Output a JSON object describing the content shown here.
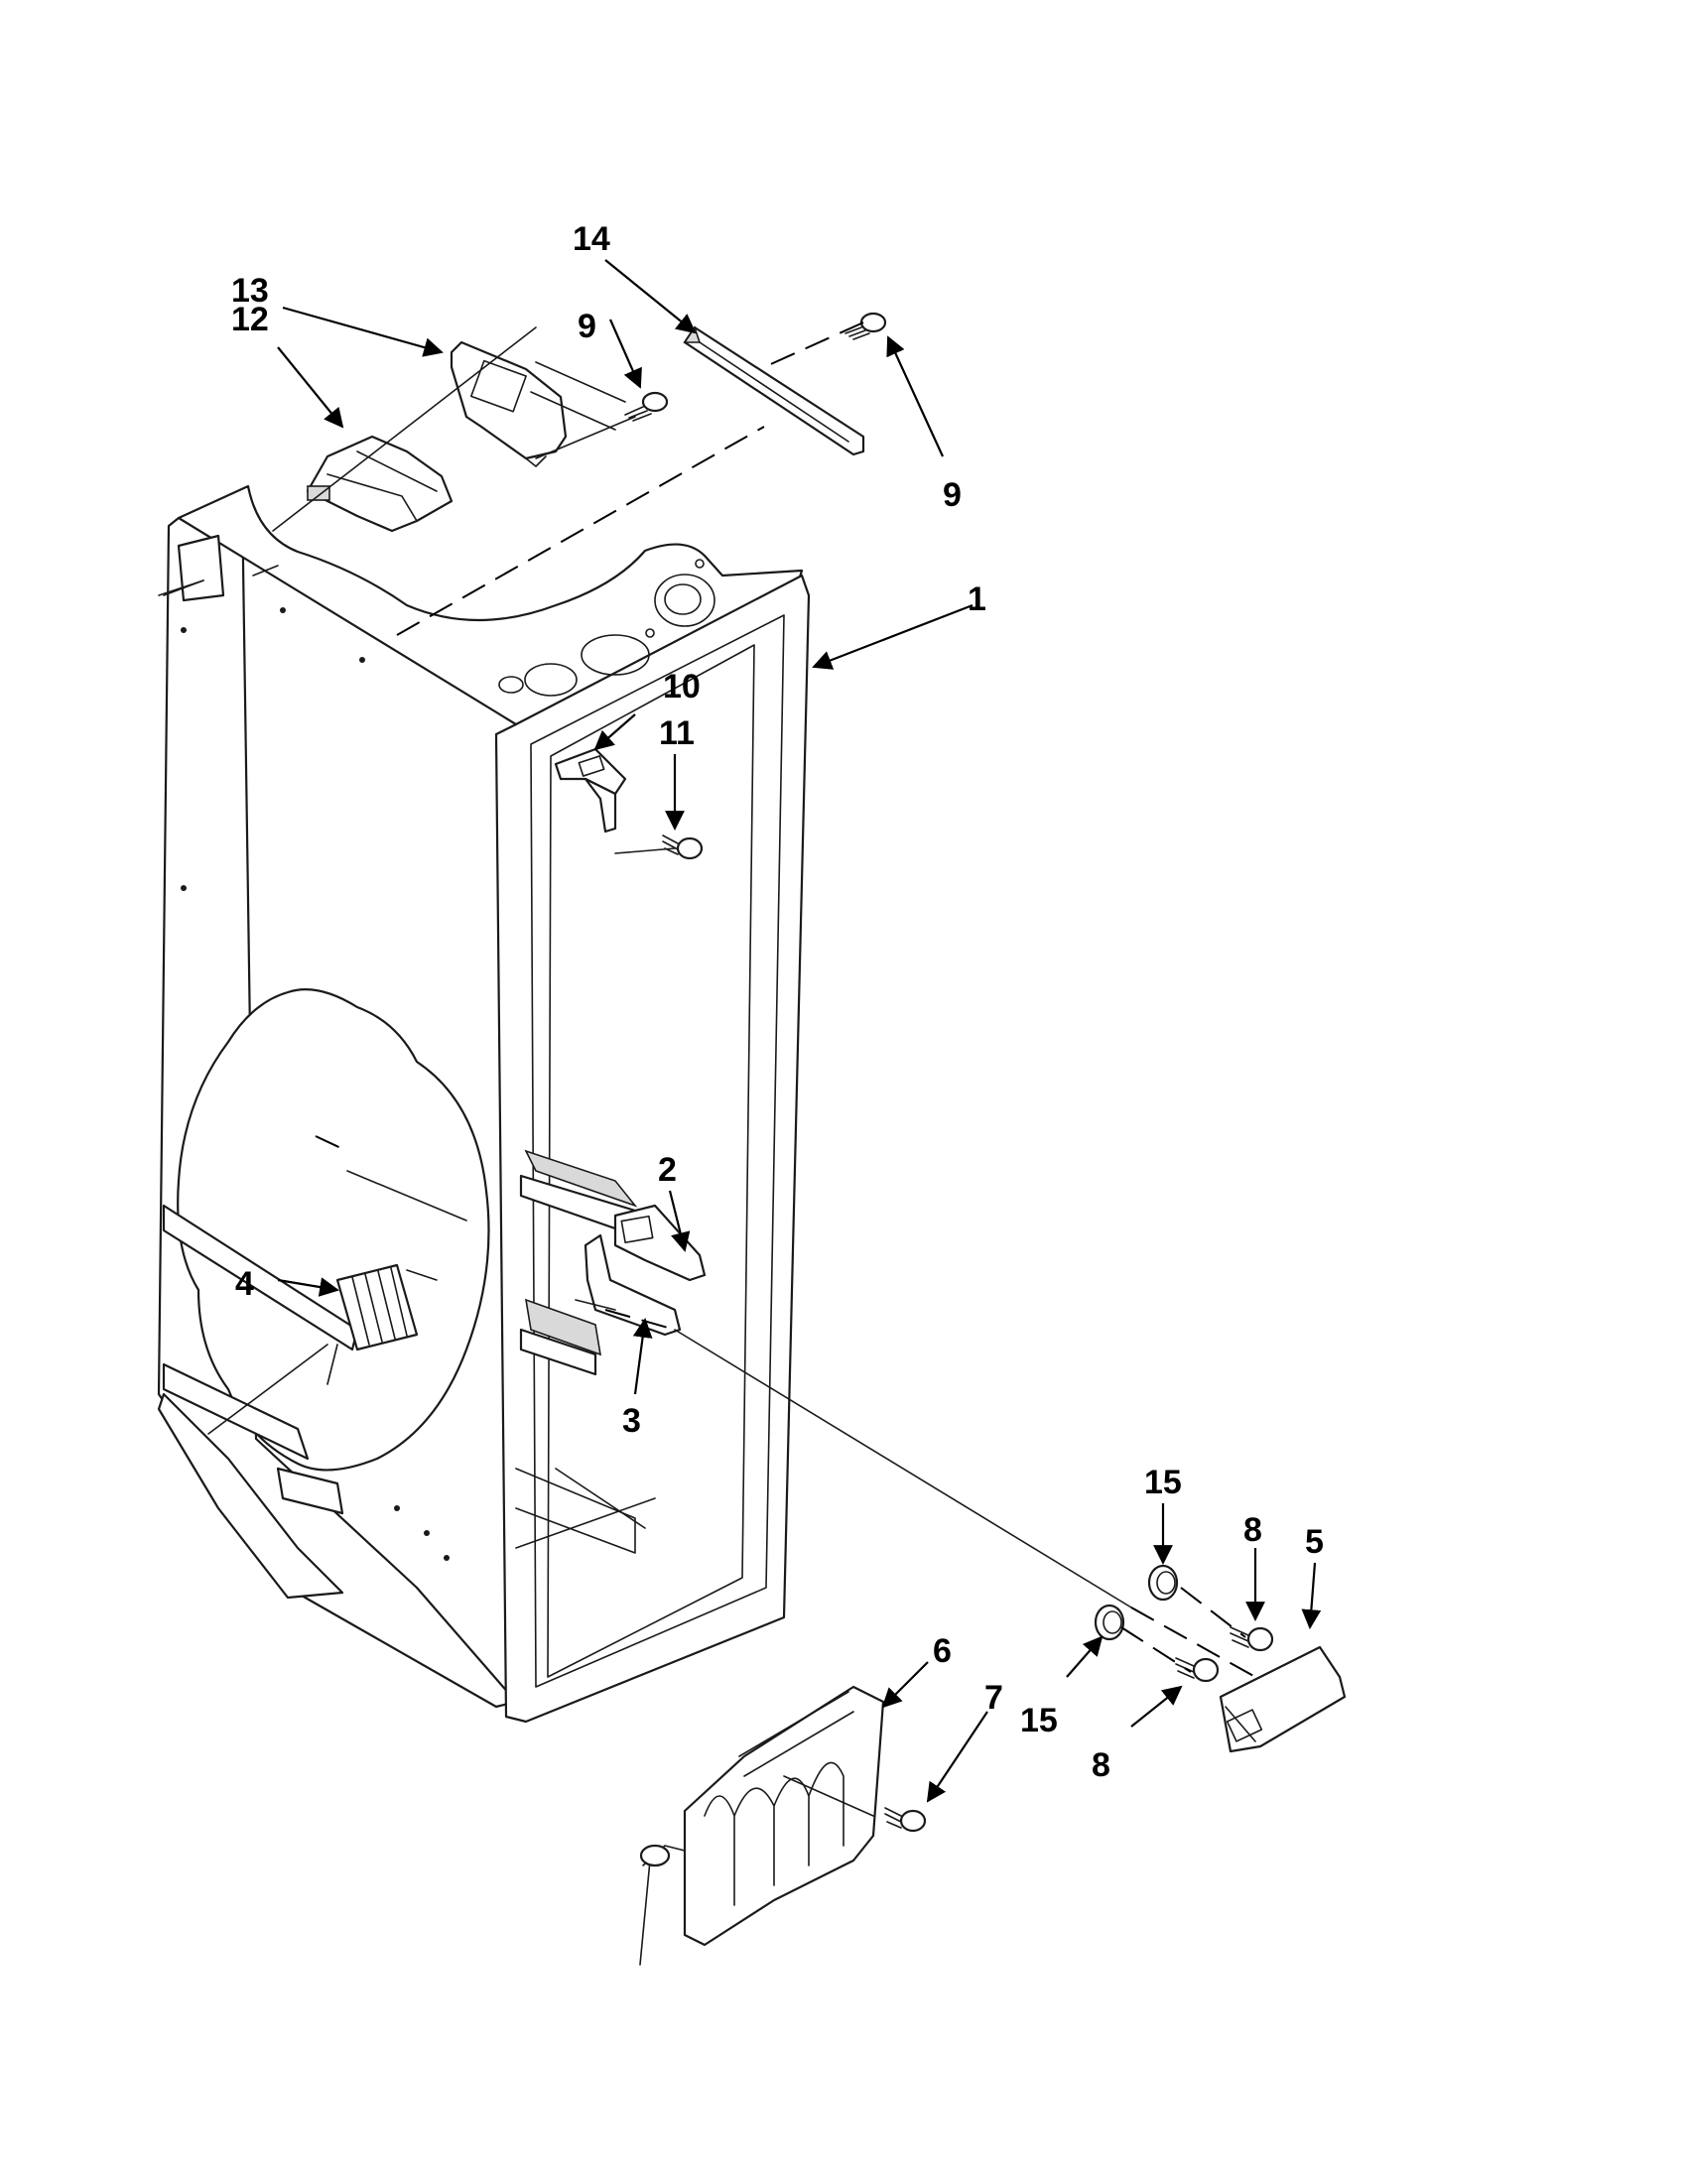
{
  "callouts": {
    "c1": "1",
    "c2": "2",
    "c3": "3",
    "c4": "4",
    "c5": "5",
    "c6": "6",
    "c7": "7",
    "c8a": "8",
    "c8b": "8",
    "c9a": "9",
    "c9b": "9",
    "c10": "10",
    "c11": "11",
    "c12": "12",
    "c13": "13",
    "c14": "14",
    "c15a": "15",
    "c15b": "15"
  }
}
